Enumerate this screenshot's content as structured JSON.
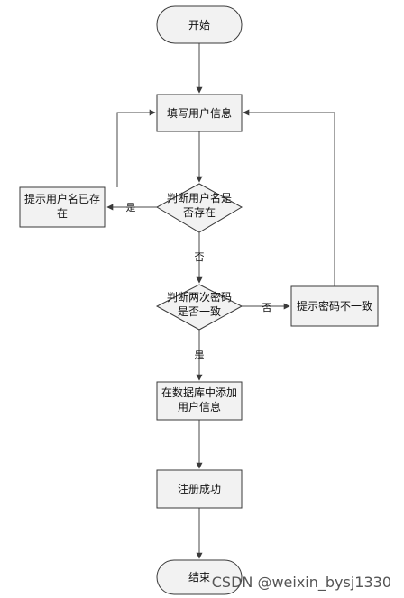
{
  "nodes": {
    "start": {
      "label": "开始"
    },
    "fill_info": {
      "label": "填写用户信息"
    },
    "check_username": {
      "line1": "判断用户名是",
      "line2": "否存在"
    },
    "username_exists": {
      "line1": "提示用户名已存",
      "line2": "在"
    },
    "check_password": {
      "line1": "判断两次密码",
      "line2": "是否一致"
    },
    "password_mismatch": {
      "label": "提示密码不一致"
    },
    "add_to_db": {
      "line1": "在数据库中添加",
      "line2": "用户信息"
    },
    "register_success": {
      "label": "注册成功"
    },
    "end": {
      "label": "结束"
    }
  },
  "edges": {
    "username_yes": "是",
    "username_no": "否",
    "password_no": "否",
    "password_yes": "是"
  },
  "watermark": "CSDN @weixin_bysj1330",
  "colors": {
    "fill": "#f2f2f2",
    "stroke": "#3a3a3a"
  }
}
